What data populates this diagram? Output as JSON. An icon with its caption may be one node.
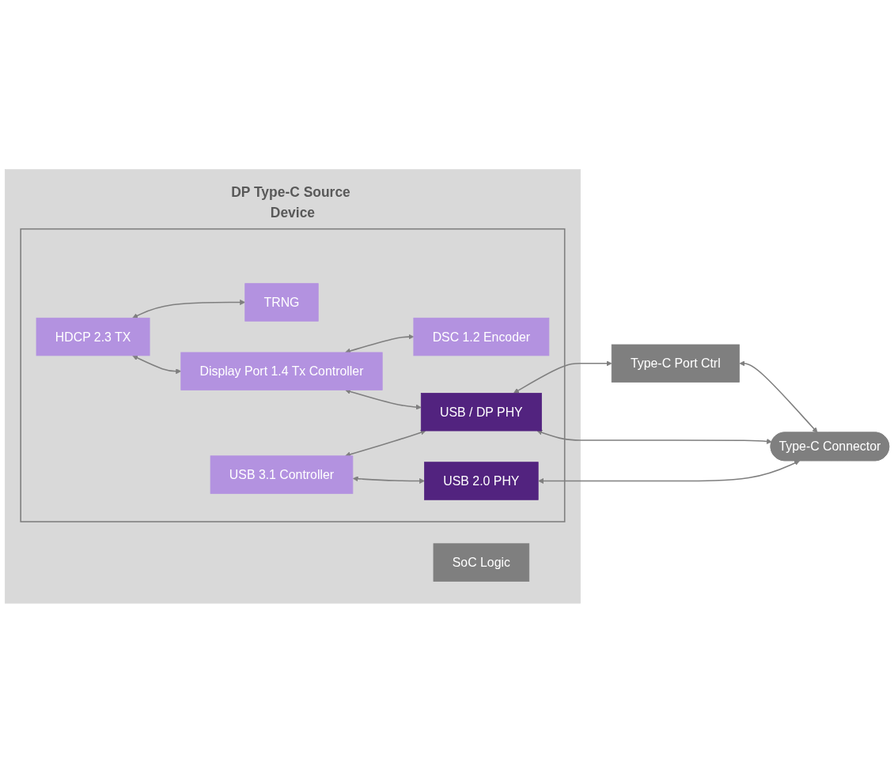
{
  "diagram": {
    "nodes": [
      {
        "text": [
          "DP Type-C Source Device"
        ]
      },
      {
        "text": [
          "SoC Logic"
        ],
        "in": 0
      },
      {
        "text": [],
        "shape": "box",
        "in": 0
      },
      {
        "text": [
          "HDCP 2.3 TX"
        ],
        "in": 2
      },
      {
        "text": [
          "TRNG"
        ],
        "in": 2
      },
      {
        "text": [
          "DSC 1.2 Encoder"
        ],
        "in": 2
      },
      {
        "text": [
          "Display Port 1.4 Tx Controller"
        ],
        "in": 2
      },
      {
        "text": [
          "USB / DP PHY"
        ],
        "in": 2
      },
      {
        "text": [
          "USB 3.1 Controller"
        ],
        "in": 2
      },
      {
        "text": [
          "USB 2.0 PHY"
        ],
        "in": 2
      },
      {
        "text": [
          "Type-C Port Ctrl"
        ]
      },
      {
        "text": [
          "Type-C Connector"
        ]
      }
    ],
    "edges": [
      {
        "from": 3,
        "to": 4,
        "arrow": "both"
      },
      {
        "from": 3,
        "to": 6,
        "arrow": "both"
      },
      {
        "from": 6,
        "to": 5,
        "arrow": "both"
      },
      {
        "from": 6,
        "to": 7,
        "arrow": "both"
      },
      {
        "from": 8,
        "to": 7,
        "arrow": "both"
      },
      {
        "from": 8,
        "to": 9,
        "arrow": "both"
      },
      {
        "from": 7,
        "to": 10,
        "arrow": "both"
      },
      {
        "from": 10,
        "to": 11,
        "arrow": "both"
      },
      {
        "from": 7,
        "to": 11,
        "arrow": "both"
      },
      {
        "from": 9,
        "to": 11,
        "arrow": "both"
      }
    ]
  }
}
